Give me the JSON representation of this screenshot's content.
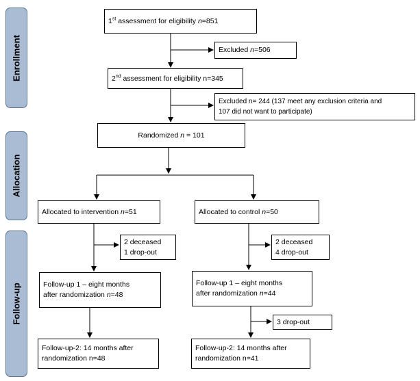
{
  "phases": {
    "enrollment": "Enrollment",
    "allocation": "Allocation",
    "followup": "Follow-up"
  },
  "boxes": {
    "assess1": {
      "ord": "1",
      "sup": "st",
      "text": " assessment for eligibility ",
      "n_label": "n",
      "n_value": "=851"
    },
    "excluded1": {
      "text": "Excluded ",
      "n_label": "n",
      "n_value": "=506"
    },
    "assess2": {
      "ord": "2",
      "sup": "nd",
      "text": " assessment for eligibility n=345"
    },
    "excluded2": {
      "line1": "Excluded n= 244  (137 meet any exclusion criteria and",
      "line2": "107 did not want to participate)"
    },
    "randomized": {
      "text": "Randomized ",
      "n_label": "n",
      "n_value": " = 101"
    },
    "alloc_intervention": {
      "text": "Allocated to intervention ",
      "n_label": "n",
      "n_value": "=51"
    },
    "alloc_control": {
      "text": "Allocated to control ",
      "n_label": "n",
      "n_value": "=50"
    },
    "lost_intervention_1": {
      "line1": "2 deceased",
      "line2": "1 drop-out"
    },
    "lost_control_1": {
      "line1": "2 deceased",
      "line2": "4 drop-out"
    },
    "fu1_intervention": {
      "line1": "Follow-up 1 – eight months",
      "line2a": "after randomization ",
      "n_label": "n",
      "n_value": "=48"
    },
    "fu1_control": {
      "line1": "Follow-up 1 – eight months",
      "line2a": "after randomization ",
      "n_label": "n",
      "n_value": "=44"
    },
    "lost_control_2": {
      "text": "3 drop-out"
    },
    "fu2_intervention": {
      "line1": "Follow-up-2: 14 months after",
      "line2": "randomization n=48"
    },
    "fu2_control": {
      "line1": "Follow-up-2: 14 months after",
      "line2": "randomization n=41"
    }
  },
  "colors": {
    "phase_fill": "#a9bcd4",
    "phase_border": "#5a7396",
    "box_border": "#000000"
  }
}
